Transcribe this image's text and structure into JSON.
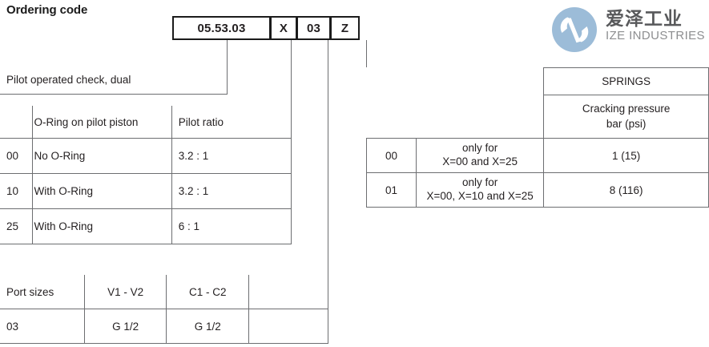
{
  "heading": "Ordering code",
  "ordering_code": {
    "segments": [
      {
        "name": "model",
        "value": "05.53.03"
      },
      {
        "name": "oring-option",
        "value": "X"
      },
      {
        "name": "port-size",
        "value": "03"
      },
      {
        "name": "spring",
        "value": "Z"
      }
    ]
  },
  "product_label": "Pilot operated check, dual",
  "oring_table": {
    "headers": [
      "O-Ring on pilot piston",
      "Pilot ratio"
    ],
    "rows": [
      {
        "code": "00",
        "description": "No O-Ring",
        "ratio": "3.2 : 1"
      },
      {
        "code": "10",
        "description": "With O-Ring",
        "ratio": "3.2 : 1"
      },
      {
        "code": "25",
        "description": "With O-Ring",
        "ratio": "6 : 1"
      }
    ]
  },
  "springs_table": {
    "title": "SPRINGS",
    "subtitle_line1": "Cracking pressure",
    "subtitle_line2": "bar (psi)",
    "rows": [
      {
        "code": "00",
        "condition_line1": "only for",
        "condition_line2": "X=00 and X=25",
        "pressure": "1 (15)"
      },
      {
        "code": "01",
        "condition_line1": "only for",
        "condition_line2": "X=00, X=10 and X=25",
        "pressure": "8 (116)"
      }
    ]
  },
  "ports_table": {
    "headers": [
      "Port sizes",
      "V1 - V2",
      "C1 - C2",
      ""
    ],
    "rows": [
      {
        "code": "03",
        "v": "G 1/2",
        "c": "G 1/2",
        "extra": ""
      }
    ]
  },
  "logo": {
    "cn_name": "爱泽工业",
    "en_name": "IZE INDUSTRIES",
    "mark_color": "#9cbcd8",
    "cn_color": "#58595b",
    "en_color": "#8d8e90"
  },
  "colors": {
    "text": "#231f20",
    "rule": "#6d6e71",
    "box_border": "#1b1b1b"
  }
}
